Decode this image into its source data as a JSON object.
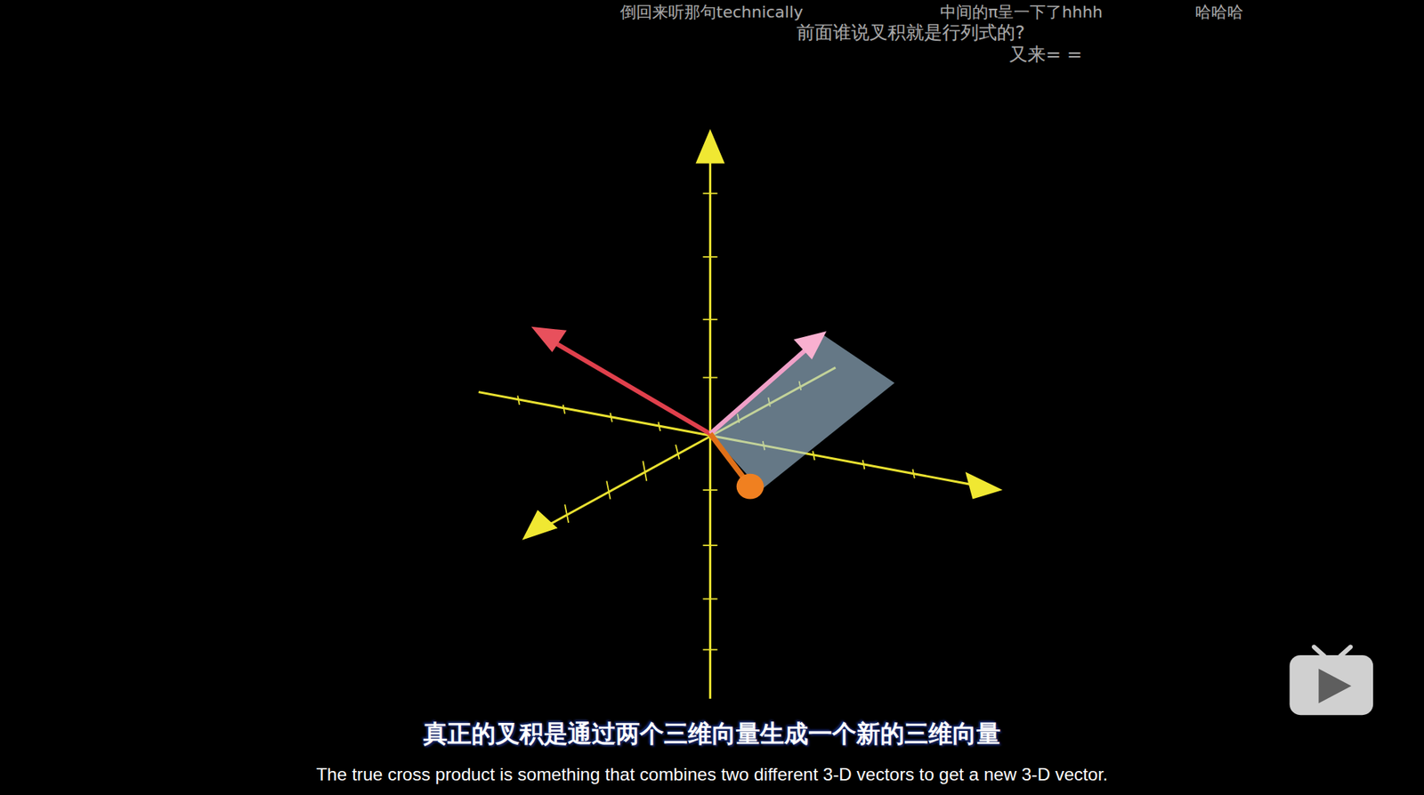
{
  "diagram": {
    "labels": [
      "倒回来听那句technically",
      "中间的π呈一下了hhhh",
      "哈哈哈",
      "前面谁说叉积就是行列式的?",
      "又来= =",
      "真正的叉积是通过两个三维向量生成一个新的三维向量",
      "The true cross product is something that combines two different 3-D vectors to get a new 3-D vector."
    ]
  }
}
